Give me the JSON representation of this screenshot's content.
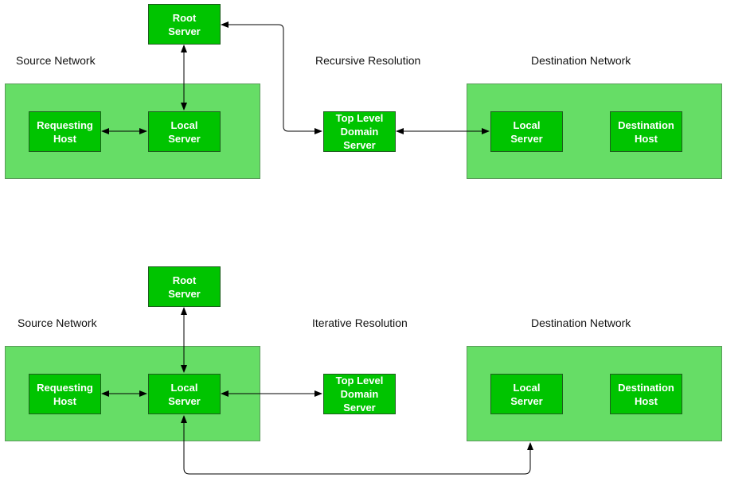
{
  "colors": {
    "network_fill": "#66dd66",
    "node_fill": "#00c400",
    "node_text": "#ffffff",
    "arrow": "#000000"
  },
  "recursive": {
    "section_label": "Recursive Resolution",
    "source_label": "Source Network",
    "destination_label": "Destination Network",
    "root_server": "Root\nServer",
    "requesting_host": "Requesting\nHost",
    "local_server_src": "Local\nServer",
    "tld_server": "Top Level\nDomain\nServer",
    "local_server_dst": "Local\nServer",
    "destination_host": "Destination\nHost"
  },
  "iterative": {
    "section_label": "Iterative Resolution",
    "source_label": "Source Network",
    "destination_label": "Destination Network",
    "root_server": "Root\nServer",
    "requesting_host": "Requesting\nHost",
    "local_server_src": "Local\nServer",
    "tld_server": "Top Level\nDomain\nServer",
    "local_server_dst": "Local\nServer",
    "destination_host": "Destination\nHost"
  }
}
